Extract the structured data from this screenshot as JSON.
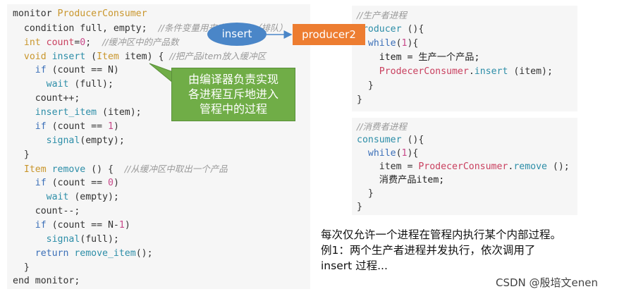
{
  "left_code": {
    "l1_a": "monitor ",
    "l1_b": "ProducerConsumer",
    "l2_a": "  condition full, empty;  ",
    "l2_cmt": "//条件变量用来实现同步（排队）",
    "l3_a": "  int ",
    "l3_b": "count",
    "l3_c": "=",
    "l3_d": "0",
    "l3_e": ";  ",
    "l3_cmt": "//缓冲区中的产品数",
    "l4_a": "  void ",
    "l4_b": "insert",
    "l4_c": " (",
    "l4_d": "Item",
    "l4_e": " item) { ",
    "l4_cmt": "//把产品item放入缓冲区",
    "l5_a": "    if",
    "l5_b": " (count == N)",
    "l6_a": "      ",
    "l6_b": "wait",
    "l6_c": " (full);",
    "l7": "    count++;",
    "l8_a": "    ",
    "l8_b": "insert_item",
    "l8_c": " (item);",
    "l9_a": "    if",
    "l9_b": " (count == ",
    "l9_c": "1",
    "l9_d": ")",
    "l10_a": "      ",
    "l10_b": "signal",
    "l10_c": "(empty);",
    "l11": "  }",
    "l12_a": "  Item ",
    "l12_b": "remove",
    "l12_c": " () {  ",
    "l12_cmt": "//从缓冲区中取出一个产品",
    "l13_a": "    if",
    "l13_b": " (count == ",
    "l13_c": "0",
    "l13_d": ")",
    "l14_a": "      ",
    "l14_b": "wait",
    "l14_c": " (empty);",
    "l15": "    count--;",
    "l16_a": "    if",
    "l16_b": " (count == N-",
    "l16_c": "1",
    "l16_d": ")",
    "l17_a": "      ",
    "l17_b": "signal",
    "l17_c": "(full);",
    "l18_a": "    return ",
    "l18_b": "remove_item",
    "l18_c": "();",
    "l19": "  }",
    "l20": "end monitor;"
  },
  "producer_code": {
    "cmt": "//生产者进程",
    "p1_a": "producer",
    "p1_b": " (){",
    "p2_a": "  while",
    "p2_b": "(",
    "p2_c": "1",
    "p2_d": "){",
    "p3": "    item = 生产一个产品;",
    "p4_a": "    ",
    "p4_b": "ProdecerConsumer",
    "p4_c": ".",
    "p4_d": "insert",
    "p4_e": " (item);",
    "p5": "  }",
    "p6": "}"
  },
  "consumer_code": {
    "cmt": "//消费者进程",
    "c1_a": "consumer",
    "c1_b": " (){",
    "c2_a": "  while",
    "c2_b": "(",
    "c2_c": "1",
    "c2_d": "){",
    "c3_a": "    item = ",
    "c3_b": "ProdecerConsumer",
    "c3_c": ".",
    "c3_d": "remove",
    "c3_e": " ();",
    "c4": "    消费产品item;",
    "c5": "  }",
    "c6": "}"
  },
  "callout": {
    "line1": "由编译器负责实现",
    "line2": "各进程互斥地进入",
    "line3": "管程中的过程"
  },
  "insert_label": "insert",
  "producer2_label": "producer2",
  "description": {
    "line1": "每次仅允许一个进程在管程内执行某个内部过程。",
    "line2": "例1：两个生产者进程并发执行，依次调用了",
    "line3": "insert 过程..."
  },
  "watermark": "CSDN @殷培文enen",
  "colors": {
    "callout_green": "#70ad47",
    "oval_blue": "#4a86c8",
    "box_orange": "#ed7d31"
  }
}
